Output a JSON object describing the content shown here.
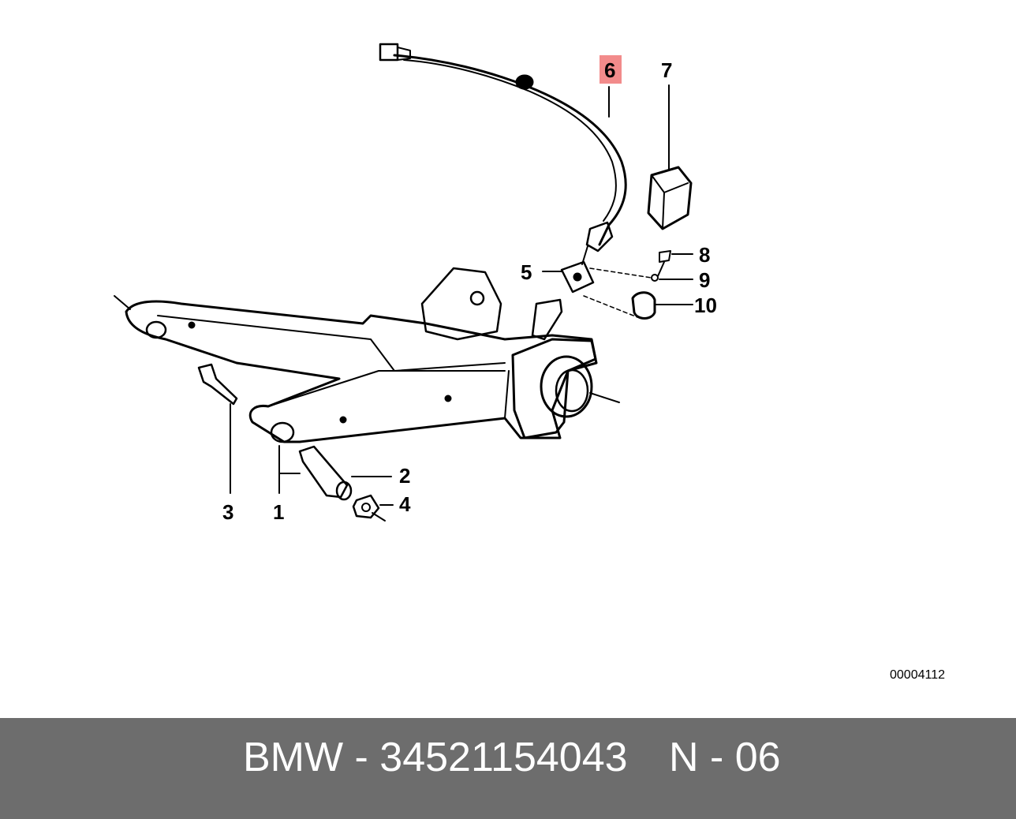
{
  "diagram": {
    "callouts": [
      {
        "id": "1",
        "label": "1",
        "highlighted": false
      },
      {
        "id": "2",
        "label": "2",
        "highlighted": false
      },
      {
        "id": "3",
        "label": "3",
        "highlighted": false
      },
      {
        "id": "4",
        "label": "4",
        "highlighted": false
      },
      {
        "id": "5",
        "label": "5",
        "highlighted": false
      },
      {
        "id": "6",
        "label": "6",
        "highlighted": true
      },
      {
        "id": "7",
        "label": "7",
        "highlighted": false
      },
      {
        "id": "8",
        "label": "8",
        "highlighted": false
      },
      {
        "id": "9",
        "label": "9",
        "highlighted": false
      },
      {
        "id": "10",
        "label": "10",
        "highlighted": false
      }
    ],
    "highlight_color": "#f28b8b",
    "reference_code": "00004112"
  },
  "footer": {
    "brand_part": "BMW - 34521154043",
    "code": "N - 06",
    "background_color": "#6d6d6d"
  }
}
